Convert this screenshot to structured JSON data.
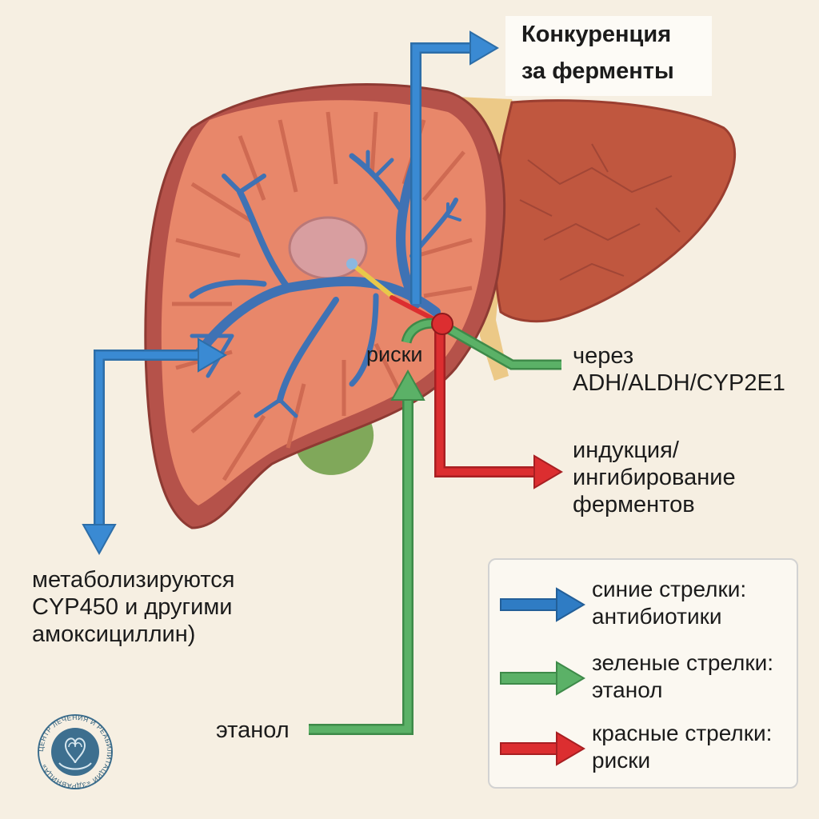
{
  "title": {
    "lines": [
      "Конкуренция",
      "за ферменты"
    ]
  },
  "labels": {
    "risks_center": "риски",
    "via": [
      "через",
      "ADH/ALDH/CYP2E1"
    ],
    "induction": [
      "индукция/",
      "ингибирование",
      "ферментов"
    ],
    "metabolized": [
      "метаболизируются",
      "CYP450 и другими",
      "амоксициллин)"
    ],
    "ethanol": "этанол"
  },
  "legend": [
    {
      "color_name": "blue",
      "color": "#2f7cc4",
      "lines": [
        "синие стрелки:",
        "антибиотики"
      ]
    },
    {
      "color_name": "green",
      "color": "#5bb167",
      "lines": [
        "зеленые стрелки:",
        "этанол"
      ]
    },
    {
      "color_name": "red",
      "color": "#dc2e30",
      "lines": [
        "красные стрелки:",
        "риски"
      ]
    }
  ],
  "colors": {
    "background": "#f6efe2",
    "liver_outer": "#b5524a",
    "liver_tissue": "#e8876a",
    "right_lobe": "#c0573f",
    "gallbladder": "#80a85a",
    "vessels": "#3f72b4",
    "arrow_blue": "#2f7cc4",
    "arrow_green": "#5bb167",
    "arrow_red": "#dc2e30",
    "ligament": "#ecc987"
  },
  "logo": {
    "icon": "clinic-logo-icon",
    "text": "ЦЕНТР ЛЕЧЕНИЯ И РЕАБИЛИТАЦИИ «ЗДРАВНИЦА»"
  }
}
